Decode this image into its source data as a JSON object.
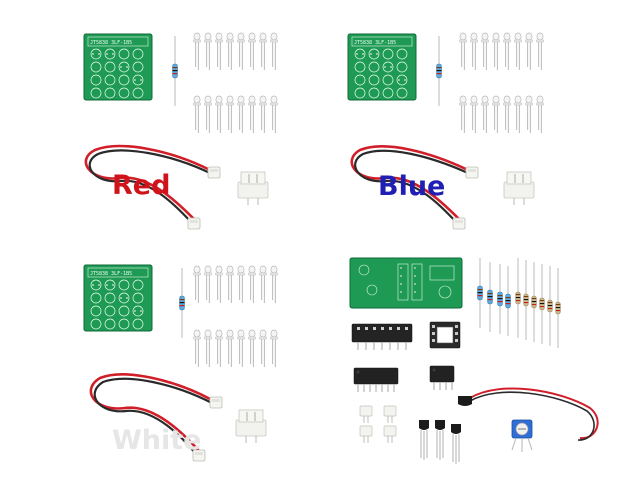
{
  "labels": {
    "red": "Red",
    "blue": "Blue",
    "white": "White"
  },
  "colors": {
    "red": "#d0121b",
    "blue": "#1f1fb3",
    "white": "#e6e6e6",
    "pcb": "#1f9a55",
    "pcb_dark": "#0f6b38",
    "wire_red": "#d11f2a",
    "wire_black": "#2a2a2a",
    "connector": "#f2f2ee",
    "chip": "#222222"
  },
  "icons": [
    "led-matrix-pcb",
    "led-component",
    "resistor",
    "jst-cable",
    "pin-header",
    "ic-chip",
    "ic-socket",
    "transistor",
    "potentiometer",
    "photoresistor"
  ]
}
